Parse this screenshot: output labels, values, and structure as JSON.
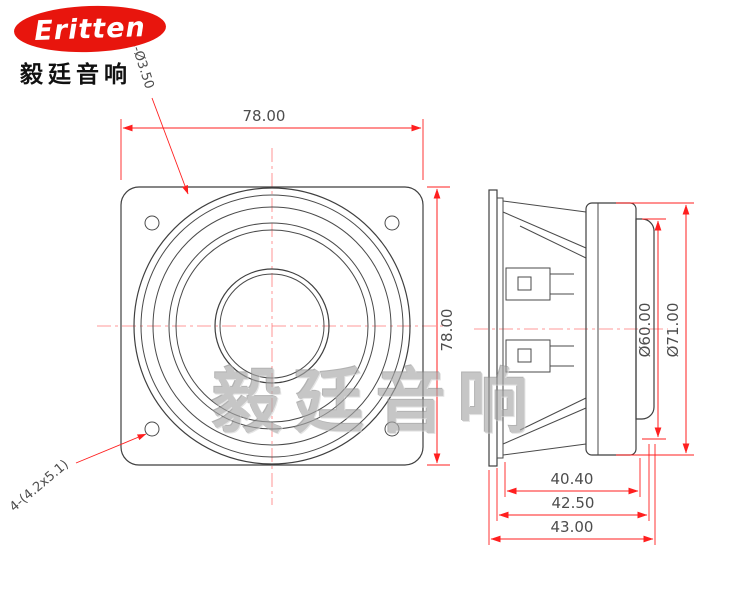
{
  "logo": {
    "brand": "Eritten",
    "brand_cn": "毅廷音响"
  },
  "watermark": "毅廷音响",
  "annotations": {
    "holes_top": "8-Ø3.50",
    "holes_corner": "4-(4.2x5.1)"
  },
  "dimensions": {
    "front_width": "78.00",
    "front_height": "78.00",
    "magnet_d_small": "Ø60.00",
    "magnet_d_large": "Ø71.00",
    "depth_1": "40.40",
    "depth_2": "42.50",
    "depth_3": "43.00"
  },
  "colors": {
    "brand_red": "#e8150d",
    "dimension_red": "#ff1f1f",
    "outline_gray": "#3f3f3f",
    "dimension_text": "#4d4d4d",
    "watermark_gray": "#a8a8a8"
  }
}
